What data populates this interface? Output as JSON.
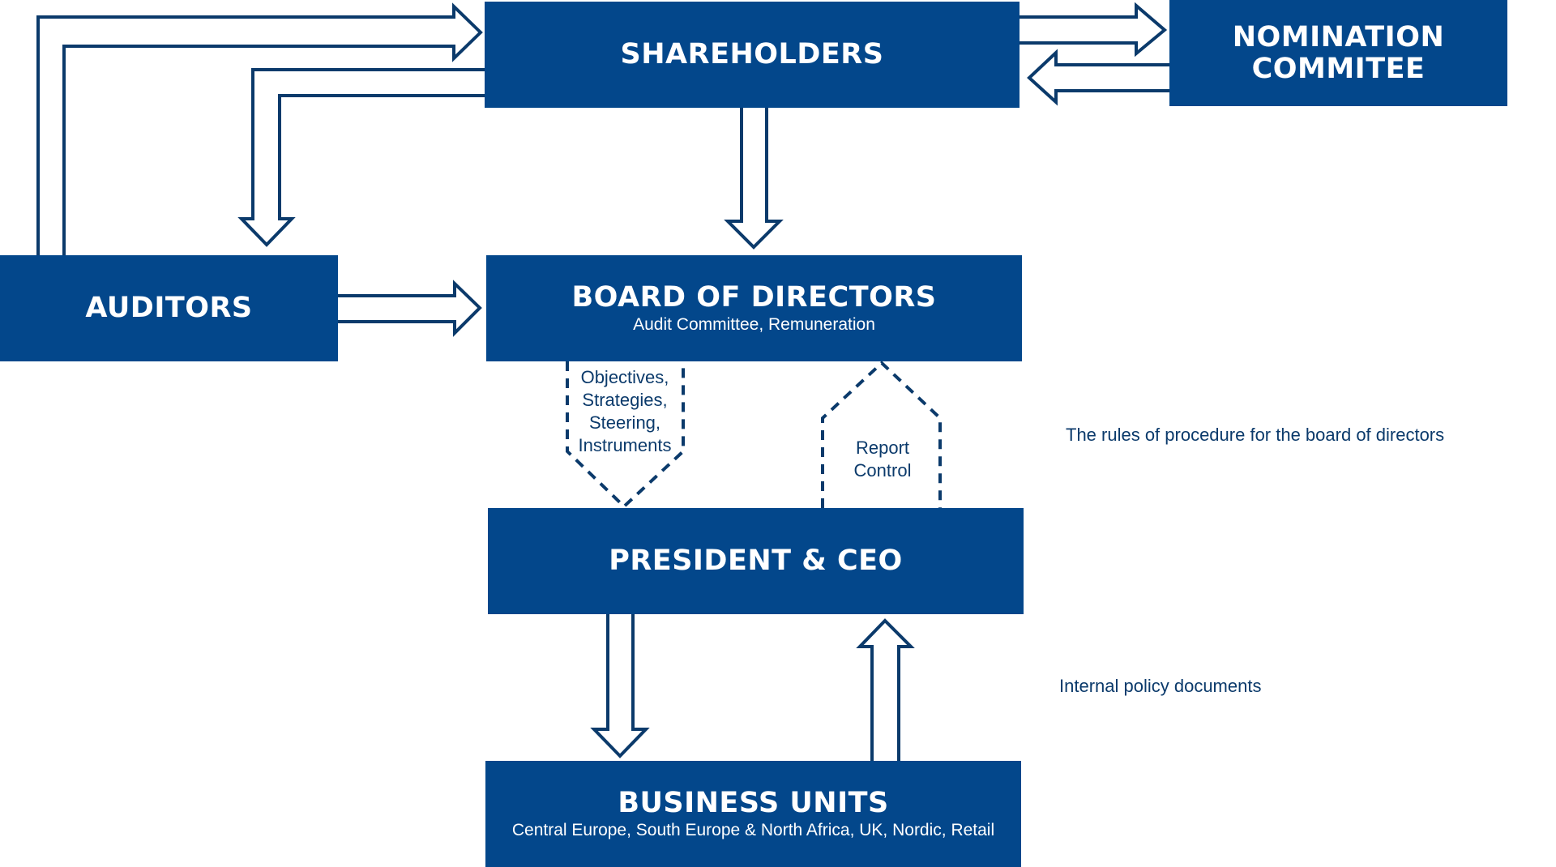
{
  "colors": {
    "box_fill": "#03478b",
    "box_text": "#ffffff",
    "line": "#0b3a6b",
    "background": "#ffffff"
  },
  "boxes": {
    "shareholders": {
      "title": "SHAREHOLDERS"
    },
    "nomination": {
      "title": "NOMINATION\nCOMMITEE"
    },
    "auditors": {
      "title": "AUDITORS"
    },
    "board": {
      "title": "BOARD OF DIRECTORS",
      "subtitle": "Audit Committee, Remuneration"
    },
    "ceo": {
      "title": "PRESIDENT & CEO"
    },
    "business": {
      "title": "BUSINESS UNITS",
      "subtitle": "Central Europe, South Europe & North Africa, UK, Nordic, Retail"
    }
  },
  "flow_labels": {
    "objectives": "Objectives,\nStrategies,\nSteering,\nInstruments",
    "report": "Report\nControl"
  },
  "notes": {
    "rules": "The rules of procedure for the board of directors",
    "policy": "Internal policy documents"
  }
}
